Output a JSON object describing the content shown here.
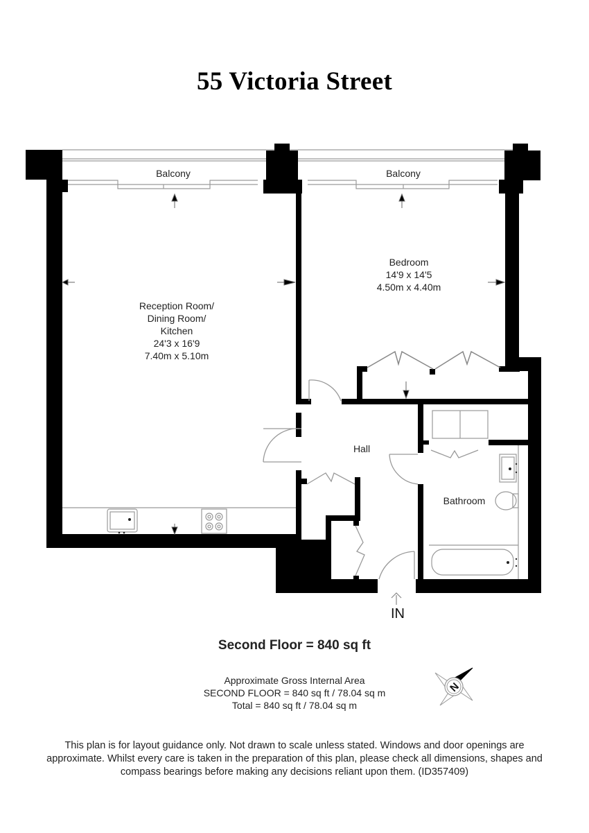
{
  "title": "55 Victoria Street",
  "rooms": [
    {
      "id": "balcony-left",
      "name": "Balcony"
    },
    {
      "id": "balcony-right",
      "name": "Balcony"
    },
    {
      "id": "bedroom",
      "name": "Bedroom",
      "imperial": "14'9 x 14'5",
      "metric": "4.50m x 4.40m"
    },
    {
      "id": "reception",
      "name_lines": [
        "Reception Room/",
        "Dining Room/",
        "Kitchen"
      ],
      "imperial": "24'3 x 16'9",
      "metric": "7.40m x 5.10m"
    },
    {
      "id": "hall",
      "name": "Hall"
    },
    {
      "id": "bathroom",
      "name": "Bathroom"
    }
  ],
  "entrance_label": "IN",
  "area": {
    "headline": "Second Floor = 840 sq ft",
    "lines": [
      "Approximate Gross Internal Area",
      "SECOND FLOOR = 840 sq ft / 78.04 sq m",
      "Total = 840 sq ft / 78.04 sq m"
    ]
  },
  "compass": {
    "label": "N",
    "icon": "compass-north-icon"
  },
  "disclaimer": "This plan is for layout guidance only. Not drawn to scale unless stated. Windows and door openings are approximate. Whilst every care is taken in the preparation of this plan, please check all dimensions, shapes and compass bearings before making any decisions reliant upon them. (ID357409)",
  "colors": {
    "wall": "#000000",
    "fixture_line": "#8a8a8a",
    "text": "#222222",
    "background": "#ffffff"
  }
}
